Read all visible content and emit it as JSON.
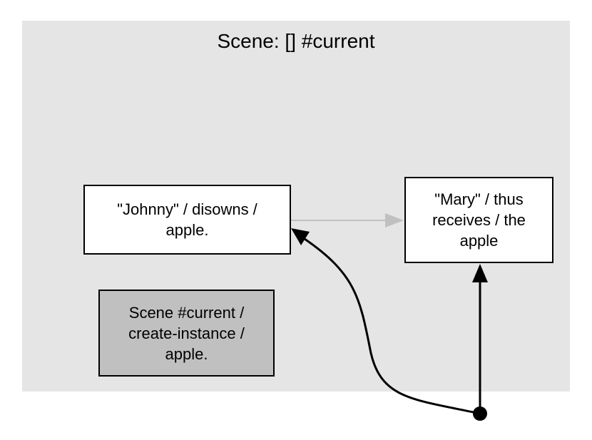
{
  "cluster": {
    "title": "Scene: [] #current",
    "fill_color": "#e5e5e5"
  },
  "nodes": {
    "johnny": {
      "lines": [
        "\"Johnny\" / disowns /",
        "apple."
      ],
      "fill_color": "#ffffff"
    },
    "mary": {
      "lines": [
        "\"Mary\" / thus",
        "receives / the",
        "apple"
      ],
      "fill_color": "#ffffff"
    },
    "scene": {
      "lines": [
        "Scene #current /",
        "create-instance /",
        "apple."
      ],
      "fill_color": "#c0c0c0"
    }
  },
  "edges": {
    "johnny_to_mary": {
      "from": "johnny",
      "to": "mary",
      "color": "#c0c0c0"
    },
    "hub_to_johnny": {
      "from": "hub",
      "to": "johnny",
      "color": "#000000"
    },
    "hub_to_mary": {
      "from": "hub",
      "to": "mary",
      "color": "#000000"
    }
  }
}
